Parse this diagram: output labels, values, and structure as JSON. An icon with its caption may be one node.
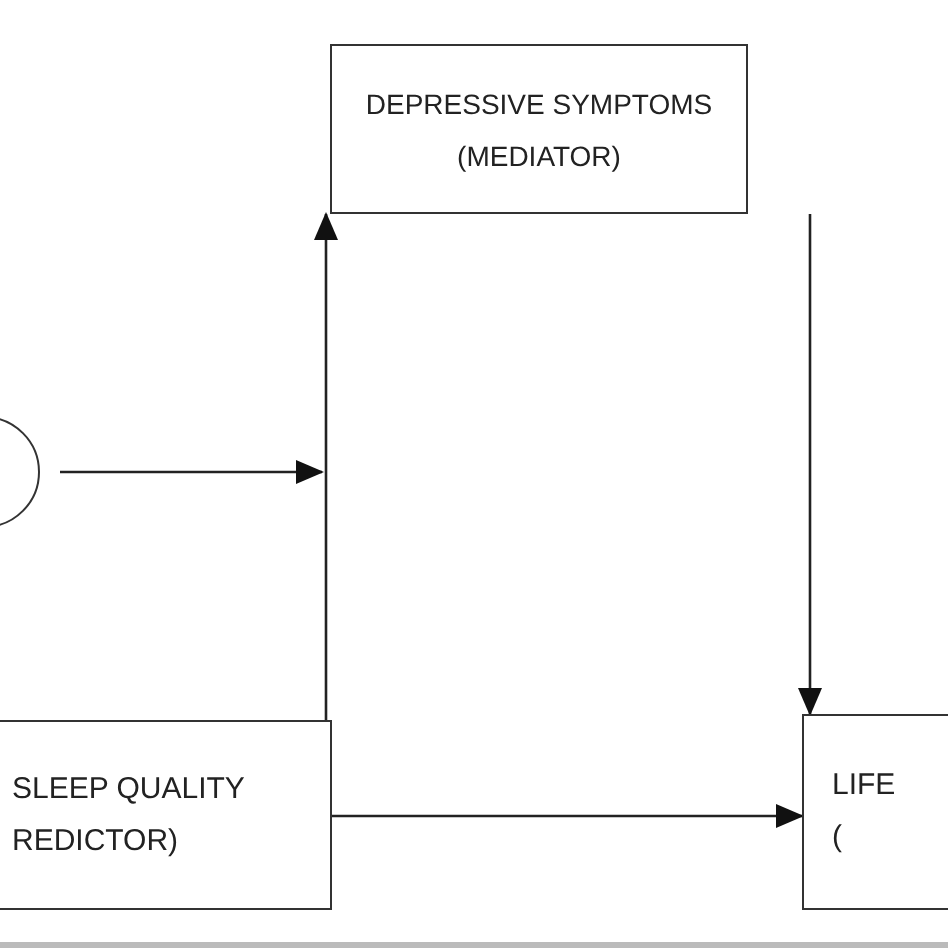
{
  "diagram": {
    "nodes": [
      {
        "text": [
          "DEPRESSIVE SYMPTOMS (MEDIATOR)"
        ]
      },
      {
        "text": [],
        "shape": "circle"
      },
      {
        "text": [
          "SLEEP QUALITY REDICTOR)"
        ]
      },
      {
        "text": [
          "LIFE ("
        ]
      }
    ],
    "edges": [
      {
        "from": 2,
        "to": 0,
        "arrow": "to"
      },
      {
        "from": 1,
        "to": null,
        "arrow": "to"
      },
      {
        "from": 2,
        "to": 3,
        "arrow": "to"
      },
      {
        "from": 0,
        "to": 3,
        "arrow": "to"
      }
    ]
  }
}
